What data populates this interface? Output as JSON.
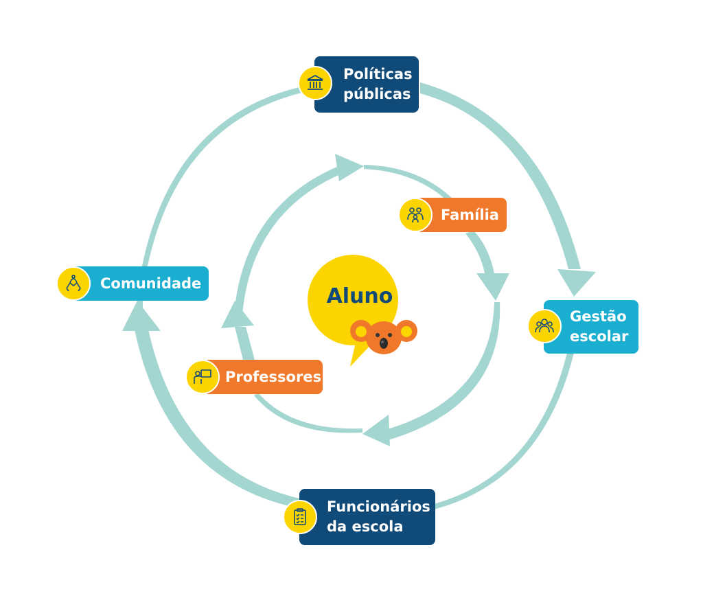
{
  "colors": {
    "ring": "#a3d5d1",
    "dark_blue": "#0f4a78",
    "light_blue": "#1aaed0",
    "orange": "#f0782b",
    "yellow": "#fcd400",
    "center_text": "#0f4a78"
  },
  "center": {
    "label": "Aluno",
    "mascot": "koala-icon"
  },
  "outer_nodes": {
    "politicas": {
      "line1": "Políticas",
      "line2": "públicas",
      "icon": "government-building-icon"
    },
    "gestao": {
      "line1": "Gestão",
      "line2": "escolar",
      "icon": "group-icon"
    },
    "funcionarios": {
      "line1": "Funcionários",
      "line2": "da escola",
      "icon": "clipboard-checklist-icon"
    },
    "comunidade": {
      "label": "Comunidade",
      "icon": "joined-hands-icon"
    }
  },
  "inner_nodes": {
    "familia": {
      "label": "Família",
      "icon": "family-icon"
    },
    "professores": {
      "label": "Professores",
      "icon": "teacher-board-icon"
    }
  }
}
